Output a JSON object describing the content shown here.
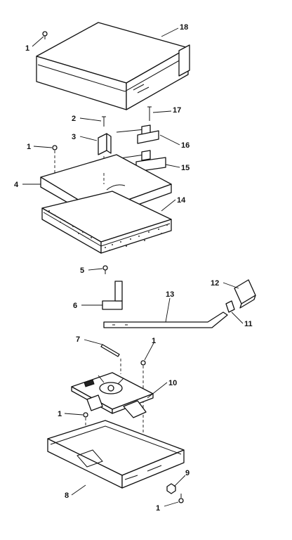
{
  "diagram": {
    "callouts": {
      "c1_top": "1",
      "c18": "18",
      "c2": "2",
      "c17": "17",
      "c3": "3",
      "c16": "16",
      "c1_mid": "1",
      "c15": "15",
      "c4": "4",
      "c14": "14",
      "c5": "5",
      "c12": "12",
      "c13": "13",
      "c6": "6",
      "c11": "11",
      "c7": "7",
      "c1_low": "1",
      "c10": "10",
      "c1_base": "1",
      "c9": "9",
      "c8": "8",
      "c1_bottom": "1"
    }
  }
}
